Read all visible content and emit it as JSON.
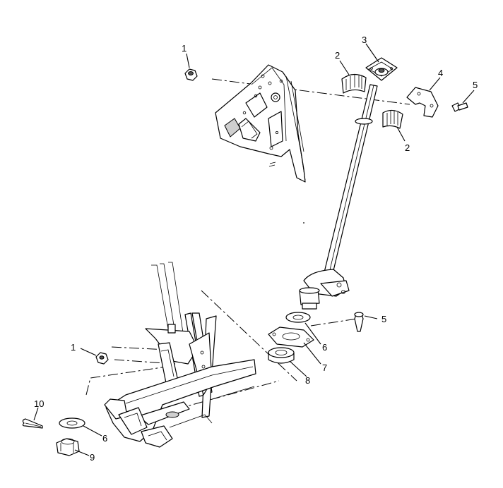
{
  "callouts": [
    {
      "id": "c1a",
      "text": "1"
    },
    {
      "id": "c1b",
      "text": "1"
    },
    {
      "id": "c2a",
      "text": "2"
    },
    {
      "id": "c2b",
      "text": "2"
    },
    {
      "id": "c3",
      "text": "3"
    },
    {
      "id": "c4",
      "text": "4"
    },
    {
      "id": "c5a",
      "text": "5"
    },
    {
      "id": "c5b",
      "text": "5"
    },
    {
      "id": "c6a",
      "text": "6"
    },
    {
      "id": "c6b",
      "text": "6"
    },
    {
      "id": "c7",
      "text": "7"
    },
    {
      "id": "c8",
      "text": "8"
    },
    {
      "id": "c9",
      "text": "9"
    },
    {
      "id": "c10",
      "text": "10"
    }
  ]
}
